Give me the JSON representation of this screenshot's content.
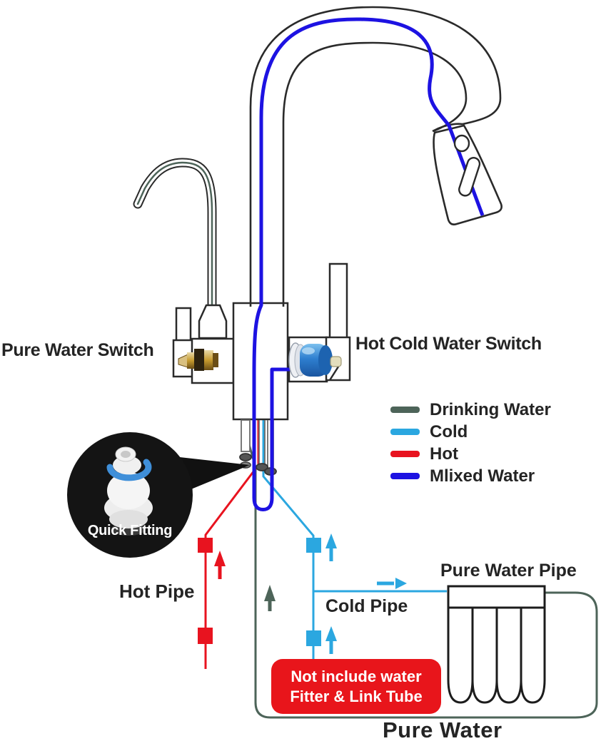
{
  "colors": {
    "text": "#242424",
    "outline": "#2a2a2a",
    "hot": "#e8131f",
    "cold": "#2ba7e0",
    "mixed": "#1d12e2",
    "drinking": "#4d6459",
    "badge": "#e8151b"
  },
  "labels": {
    "pure_water_switch": "Pure Water Switch",
    "hot_cold_water_switch": "Hot Cold Water Switch",
    "quick_fitting": "Quick Fitting",
    "hot_pipe": "Hot Pipe",
    "cold_pipe": "Cold Pipe",
    "pure_water_pipe": "Pure Water Pipe",
    "pure_water": "Pure Water"
  },
  "legend": {
    "items": [
      {
        "label": "Drinking Water",
        "color": "#4d6459"
      },
      {
        "label": "Cold",
        "color": "#2ba7e0"
      },
      {
        "label": "Hot",
        "color": "#e8131f"
      },
      {
        "label": "Mlixed Water",
        "color": "#1d12e2"
      }
    ]
  },
  "badge": {
    "line1": "Not include water",
    "line2": "Fitter & Link Tube",
    "background": "#e8151b"
  }
}
